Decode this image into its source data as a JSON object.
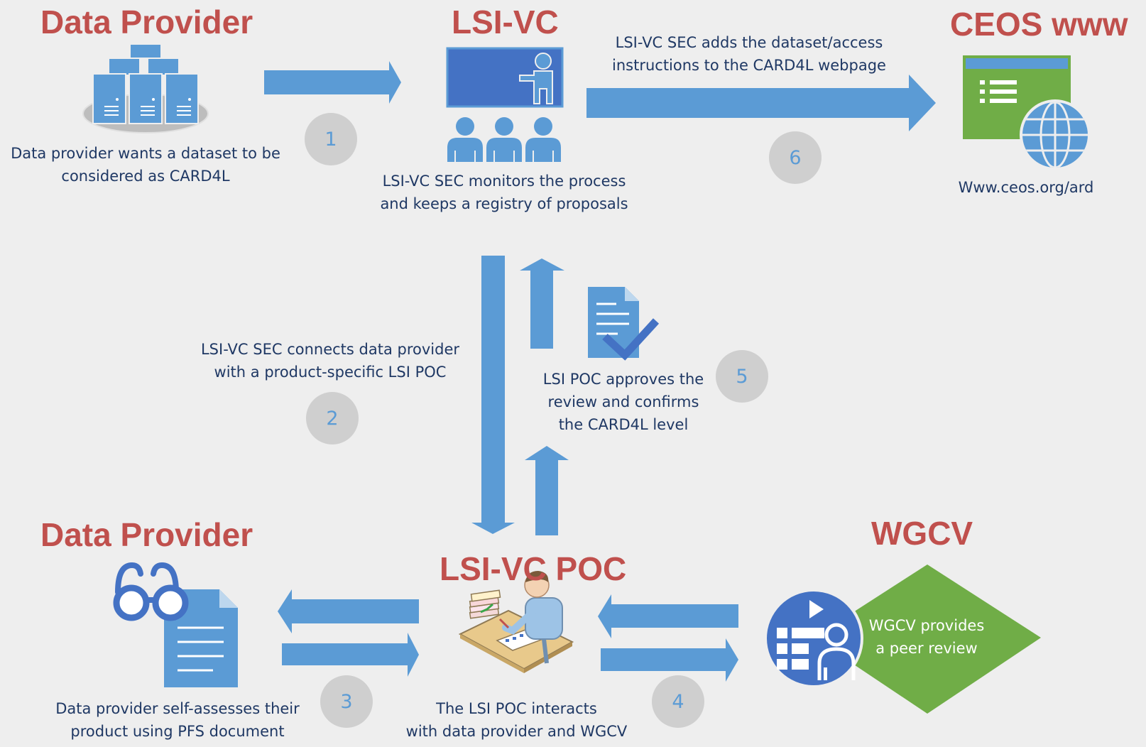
{
  "colors": {
    "background": "#eeeeee",
    "heading": "#c0504d",
    "arrow": "#5b9bd5",
    "icon_blue": "#4472c4",
    "web_green": "#70ad47",
    "step_circle": "#cfcfcf",
    "text": "#1f3864"
  },
  "nodes": {
    "data_provider_top": {
      "title": "Data Provider",
      "caption": [
        "Data provider wants a dataset to be",
        "considered as CARD4L"
      ],
      "icon": "server-cluster-icon"
    },
    "lsi_vc": {
      "title": "LSI-VC",
      "caption": [
        "LSI-VC SEC monitors the process",
        "and keeps a registry of proposals"
      ],
      "icon": "presentation-audience-icon"
    },
    "ceos_www": {
      "title": "CEOS www",
      "caption": [
        "Www.ceos.org/ard"
      ],
      "icon": "webpage-globe-icon"
    },
    "data_provider_bottom": {
      "title": "Data Provider",
      "caption": [
        "Data provider self-assesses their",
        "product using PFS document"
      ],
      "icon": "glasses-document-icon"
    },
    "lsi_vc_poc": {
      "title": "LSI-VC POC",
      "caption": [
        "The LSI POC interacts",
        "with data provider and WGCV"
      ],
      "icon": "person-at-desk-icon"
    },
    "wgcv": {
      "title": "WGCV",
      "label": [
        "WGCV provides",
        "a peer review"
      ],
      "icon": "review-dashboard-icon"
    }
  },
  "steps": [
    {
      "number": "1"
    },
    {
      "number": "2",
      "text": [
        "LSI-VC SEC connects data provider",
        "with a product-specific LSI POC"
      ]
    },
    {
      "number": "3"
    },
    {
      "number": "4"
    },
    {
      "number": "5",
      "text": [
        "LSI POC approves the",
        "review and confirms",
        "the CARD4L level"
      ],
      "icon": "document-check-icon"
    },
    {
      "number": "6",
      "text": [
        "LSI-VC SEC adds the dataset/access",
        "instructions to the CARD4L webpage"
      ]
    }
  ]
}
